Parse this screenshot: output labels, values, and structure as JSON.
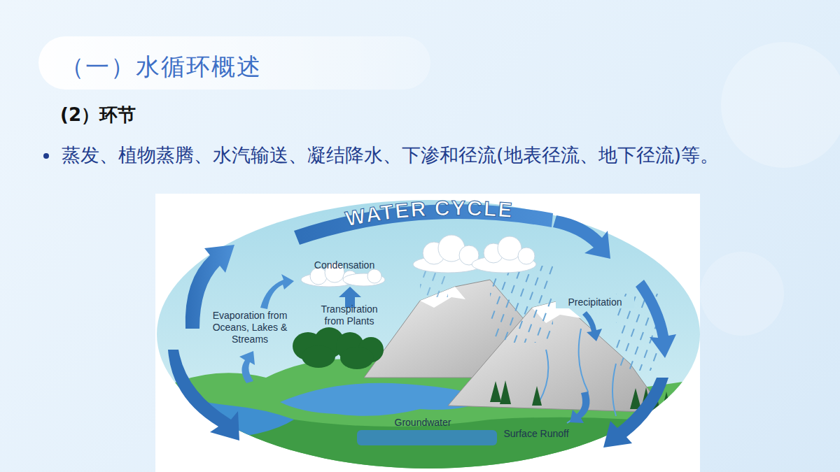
{
  "diagram": {
    "title": "（一）水循环概述",
    "labels": [
      "(2）环节",
      "蒸发、植物蒸腾、水汽输送、凝结降水、下渗和径流(地表径流、地下径流)等。",
      "WATER CYCLE",
      "Condensation",
      "Transpiration from Plants",
      "Evaporation from Oceans, Lakes & Streams",
      "Precipitation",
      "Groundwater",
      "Surface Runoff"
    ]
  }
}
